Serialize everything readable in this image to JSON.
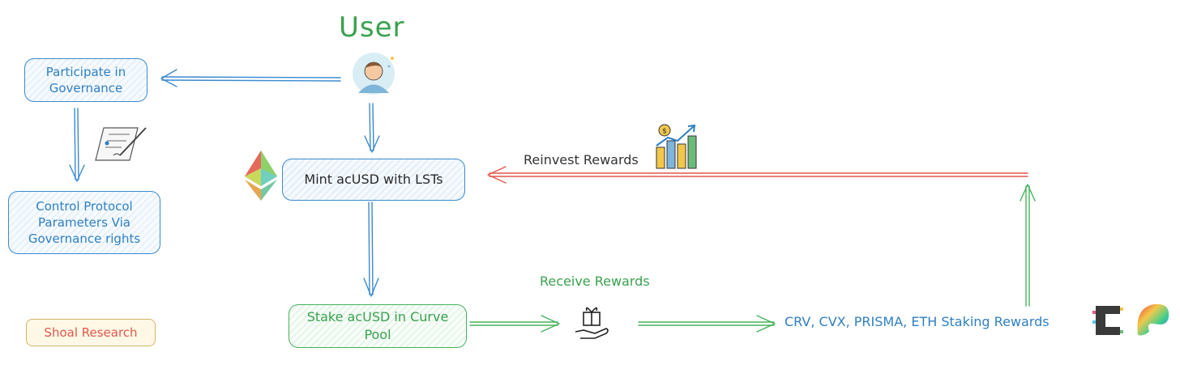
{
  "user_title": "User",
  "nodes": {
    "participate": "Participate in Governance",
    "control": "Control Protocol Parameters Via Governance rights",
    "mint": "Mint acUSD with LSTs",
    "stake": "Stake acUSD in Curve Pool",
    "tag": "Shoal Research"
  },
  "labels": {
    "reinvest": "Reinvest Rewards",
    "receive": "Receive Rewards",
    "rewards": "CRV, CVX, PRISMA, ETH Staking Rewards"
  },
  "colors": {
    "blue": "#2f7fc2",
    "green": "#3aa14f",
    "red": "#e0574b"
  },
  "icons": [
    "user-avatar-icon",
    "document-sign-icon",
    "ethereum-rainbow-icon",
    "growth-chart-icon",
    "gift-hand-icon",
    "convex-logo-icon",
    "curve-logo-icon"
  ]
}
